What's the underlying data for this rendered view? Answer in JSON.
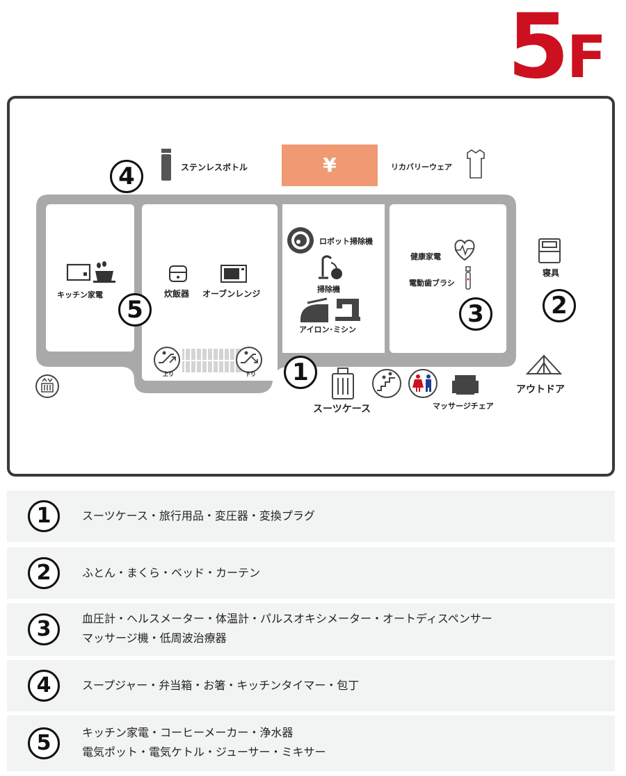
{
  "floor": {
    "number": "5",
    "suffix": "F"
  },
  "map": {
    "yen": "¥",
    "labels": {
      "stainless_bottle": "ステンレスボトル",
      "recovery_wear": "リカバリーウェア",
      "kitchen_appliances": "キッチン家電",
      "rice_cooker": "炊飯器",
      "oven_range": "オーブンレンジ",
      "robot_vacuum": "ロボット掃除機",
      "vacuum": "掃除機",
      "iron_sewing": "アイロン･ミシン",
      "health_appliances": "健康家電",
      "electric_toothbrush": "電動歯ブラシ",
      "bedding": "寝具",
      "outdoor": "アウトドア",
      "suitcase": "スーツケース",
      "massage_chair": "マッサージチェア",
      "escalator_up": "上り",
      "escalator_down": "下り"
    },
    "zone_numbers": {
      "z1": "1",
      "z2": "2",
      "z3": "3",
      "z4": "4",
      "z5": "5"
    },
    "icons": [
      "bottle-icon",
      "shirt-icon",
      "tv-icon",
      "coffee-icon",
      "rice-cooker-icon",
      "microwave-icon",
      "robot-vacuum-icon",
      "vacuum-icon",
      "iron-icon",
      "sewing-machine-icon",
      "heart-icon",
      "toothbrush-icon",
      "bed-icon",
      "tent-icon",
      "suitcase-icon",
      "stairs-icon",
      "restroom-icon",
      "massage-chair-icon",
      "elevator-icon",
      "escalator-icon"
    ]
  },
  "legend": [
    {
      "num": "1",
      "lines": [
        "スーツケース・旅行用品・変圧器・変換プラグ"
      ]
    },
    {
      "num": "2",
      "lines": [
        "ふとん・まくら・ベッド・カーテン"
      ]
    },
    {
      "num": "3",
      "lines": [
        "血圧計・ヘルスメーター・体温計・パルスオキシメーター・オートディスペンサー",
        "マッサージ機・低周波治療器"
      ]
    },
    {
      "num": "4",
      "lines": [
        "スープジャー・弁当箱・お箸・キッチンタイマー・包丁"
      ]
    },
    {
      "num": "5",
      "lines": [
        "キッチン家電・コーヒーメーカー・浄水器",
        "電気ポット・電気ケトル・ジューサー・ミキサー"
      ]
    }
  ],
  "colors": {
    "floor_red": "#cc1020",
    "yen_box": "#ef9a72",
    "walkway": "#a9a9a9",
    "frame": "#3a3a3a",
    "restroom_red": "#cc1020",
    "restroom_blue": "#1d3f8f"
  }
}
